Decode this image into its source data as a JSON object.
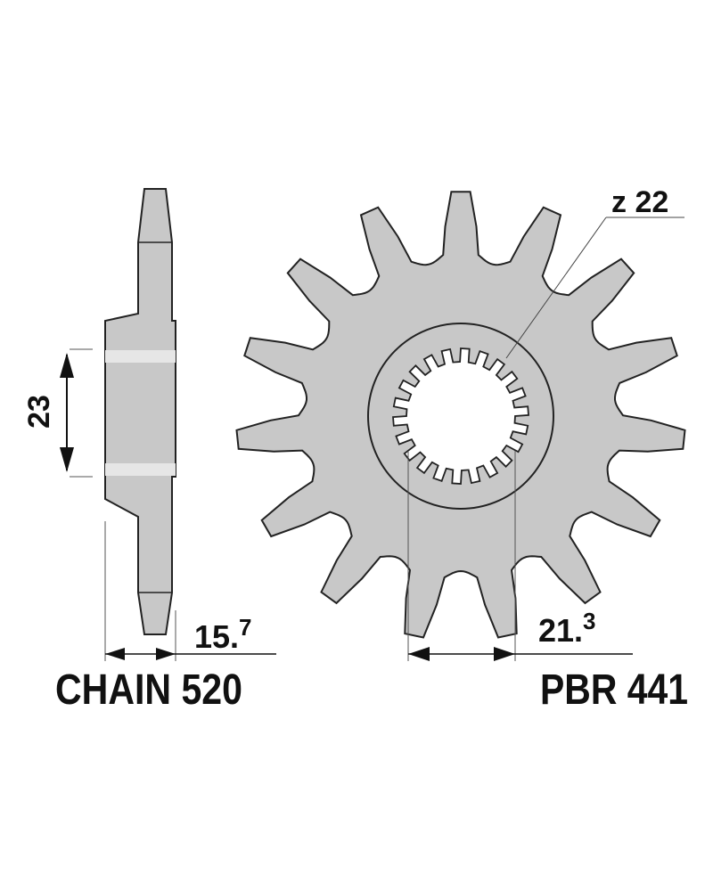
{
  "colors": {
    "part_fill": "#c8c8c8",
    "outline": "#222222",
    "background": "#ffffff",
    "text": "#111111"
  },
  "side_view": {
    "dimension_hub": "23",
    "dimension_width_main": "15.",
    "dimension_width_sup": "7",
    "caption": "CHAIN 520"
  },
  "front_view": {
    "teeth_label": "z 22",
    "dimension_spline_main": "21.",
    "dimension_spline_sup": "3",
    "caption": "PBR 441"
  }
}
